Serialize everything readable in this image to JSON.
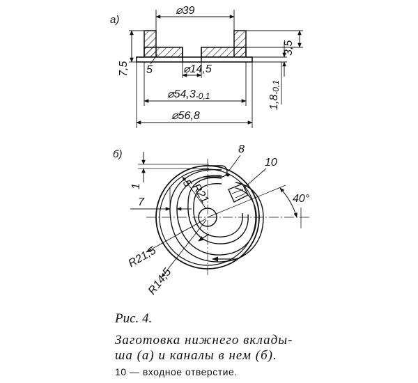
{
  "part_a": {
    "label": "a)",
    "dims": {
      "d39": "⌀39",
      "d14_5": "⌀14,5",
      "d54_3_base": "⌀54,3",
      "d54_3_tol": "-0,1",
      "d56_8": "⌀56,8",
      "h7_5": "7,5",
      "h3_5": "3,5",
      "h1_8_base": "1,8",
      "h1_8_tol": "-0,1",
      "callout_5": "5"
    }
  },
  "part_b": {
    "label": "б)",
    "dims": {
      "d1": "1",
      "d7": "7",
      "d5": "5",
      "r21": "R21",
      "r21_5": "R21,5",
      "r14_5": "R14,5",
      "angle": "40°",
      "callout_8": "8",
      "callout_10": "10"
    }
  },
  "caption": {
    "number": "Рис. 4.",
    "title_line1": "Заготовка нижнего вклады-",
    "title_line2": "ша (а) и каналы в нем (б).",
    "note": "10 — входное отверстие."
  }
}
